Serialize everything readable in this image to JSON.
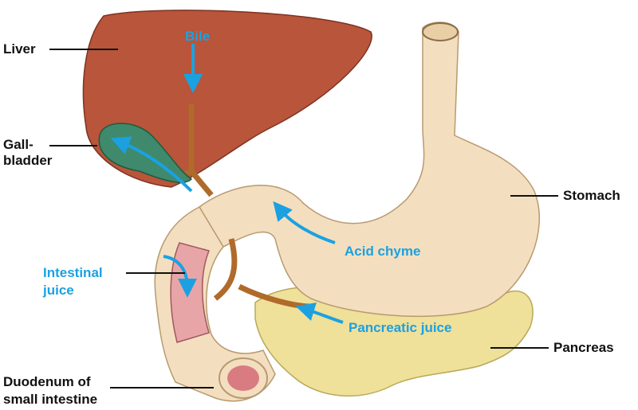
{
  "labels": {
    "liver": "Liver",
    "bile": "Bile",
    "gallbladder_1": "Gall-",
    "gallbladder_2": "bladder",
    "stomach": "Stomach",
    "acid_chyme": "Acid chyme",
    "intestinal_juice_1": "Intestinal",
    "intestinal_juice_2": "juice",
    "pancreatic_juice": "Pancreatic juice",
    "pancreas": "Pancreas",
    "duodenum_1": "Duodenum of",
    "duodenum_2": "small intestine"
  },
  "colors": {
    "liver": "#b8553a",
    "gallbladder": "#3f8a6c",
    "stomach": "#f3dfbf",
    "pancreas": "#efe09a",
    "duct": "#b06a2a",
    "arrow": "#1ba1e2",
    "lumen": "#e8a5a8"
  }
}
